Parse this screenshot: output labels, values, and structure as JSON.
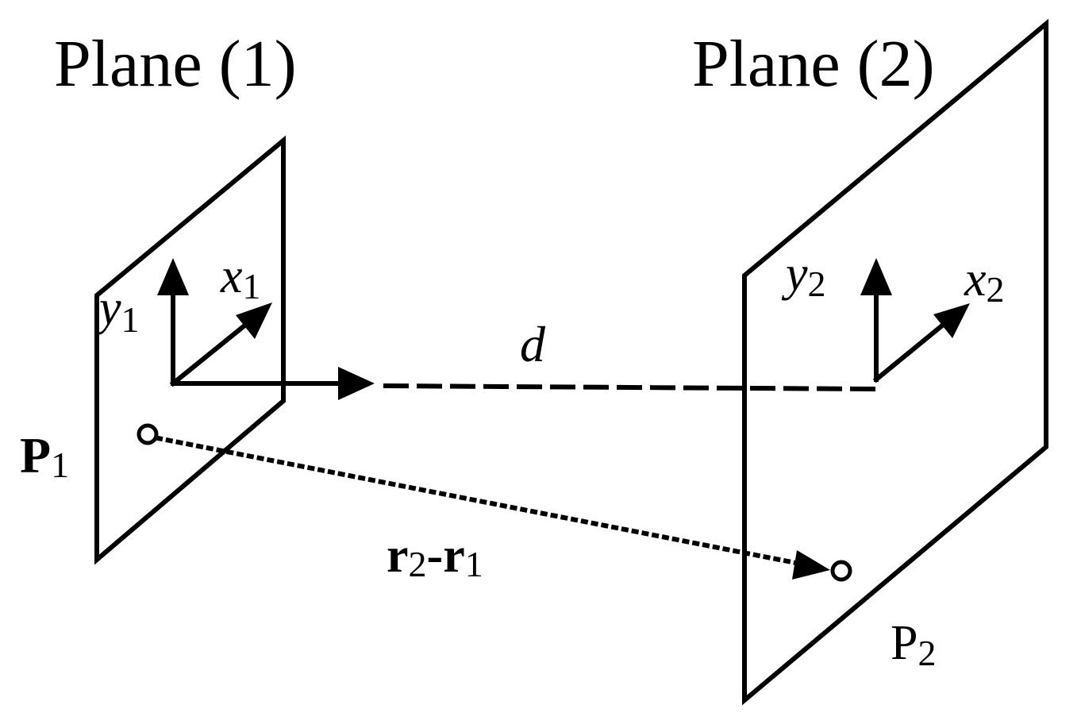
{
  "plane1": {
    "title": "Plane (1)"
  },
  "plane2": {
    "title": "Plane (2)"
  },
  "axes": {
    "x1": {
      "base": "x",
      "sub": "1"
    },
    "y1": {
      "base": "y",
      "sub": "1"
    },
    "x2": {
      "base": "x",
      "sub": "2"
    },
    "y2": {
      "base": "y",
      "sub": "2"
    }
  },
  "points": {
    "p1": {
      "base": "P",
      "sub": "1"
    },
    "p2": {
      "base": "P",
      "sub": "2"
    }
  },
  "distance": {
    "label": "d"
  },
  "vector": {
    "r2": {
      "base": "r",
      "sub": "2"
    },
    "dash": "-",
    "r1": {
      "base": "r",
      "sub": "1"
    }
  },
  "colors": {
    "stroke": "#000000",
    "background": "#ffffff"
  }
}
